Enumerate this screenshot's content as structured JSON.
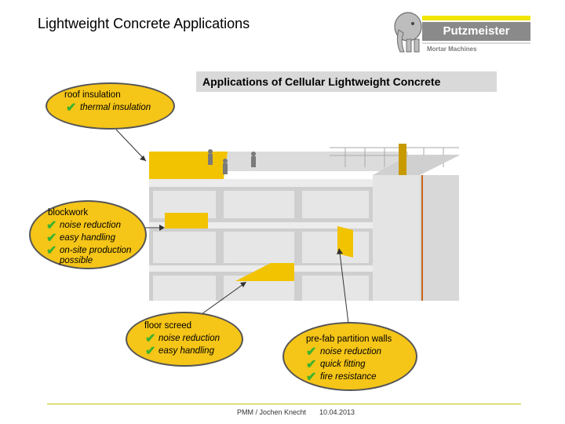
{
  "title": "Lightweight Concrete Applications",
  "logo": {
    "brand": "Putzmeister",
    "subbrand": "Mortar Machines"
  },
  "subtitle": "Applications of Cellular Lightweight Concrete",
  "callouts": {
    "roof": {
      "heading": "roof insulation",
      "items": [
        "thermal insulation"
      ]
    },
    "blockwork": {
      "heading": "blockwork",
      "items": [
        "noise reduction",
        "easy handling",
        "on-site production",
        "possible"
      ]
    },
    "floor": {
      "heading": "floor screed",
      "items": [
        "noise reduction",
        "easy handling"
      ]
    },
    "partition": {
      "heading": "pre-fab partition walls",
      "items": [
        "noise reduction",
        "quick fitting",
        "fire resistance"
      ]
    }
  },
  "footer": {
    "author": "PMM / Jochen Knecht",
    "date": "10.04.2013"
  },
  "colors": {
    "accent": "#f5c518",
    "check": "#3cb22e",
    "header_bar": "#d9d9d9",
    "footer_line": "#cbc500"
  }
}
